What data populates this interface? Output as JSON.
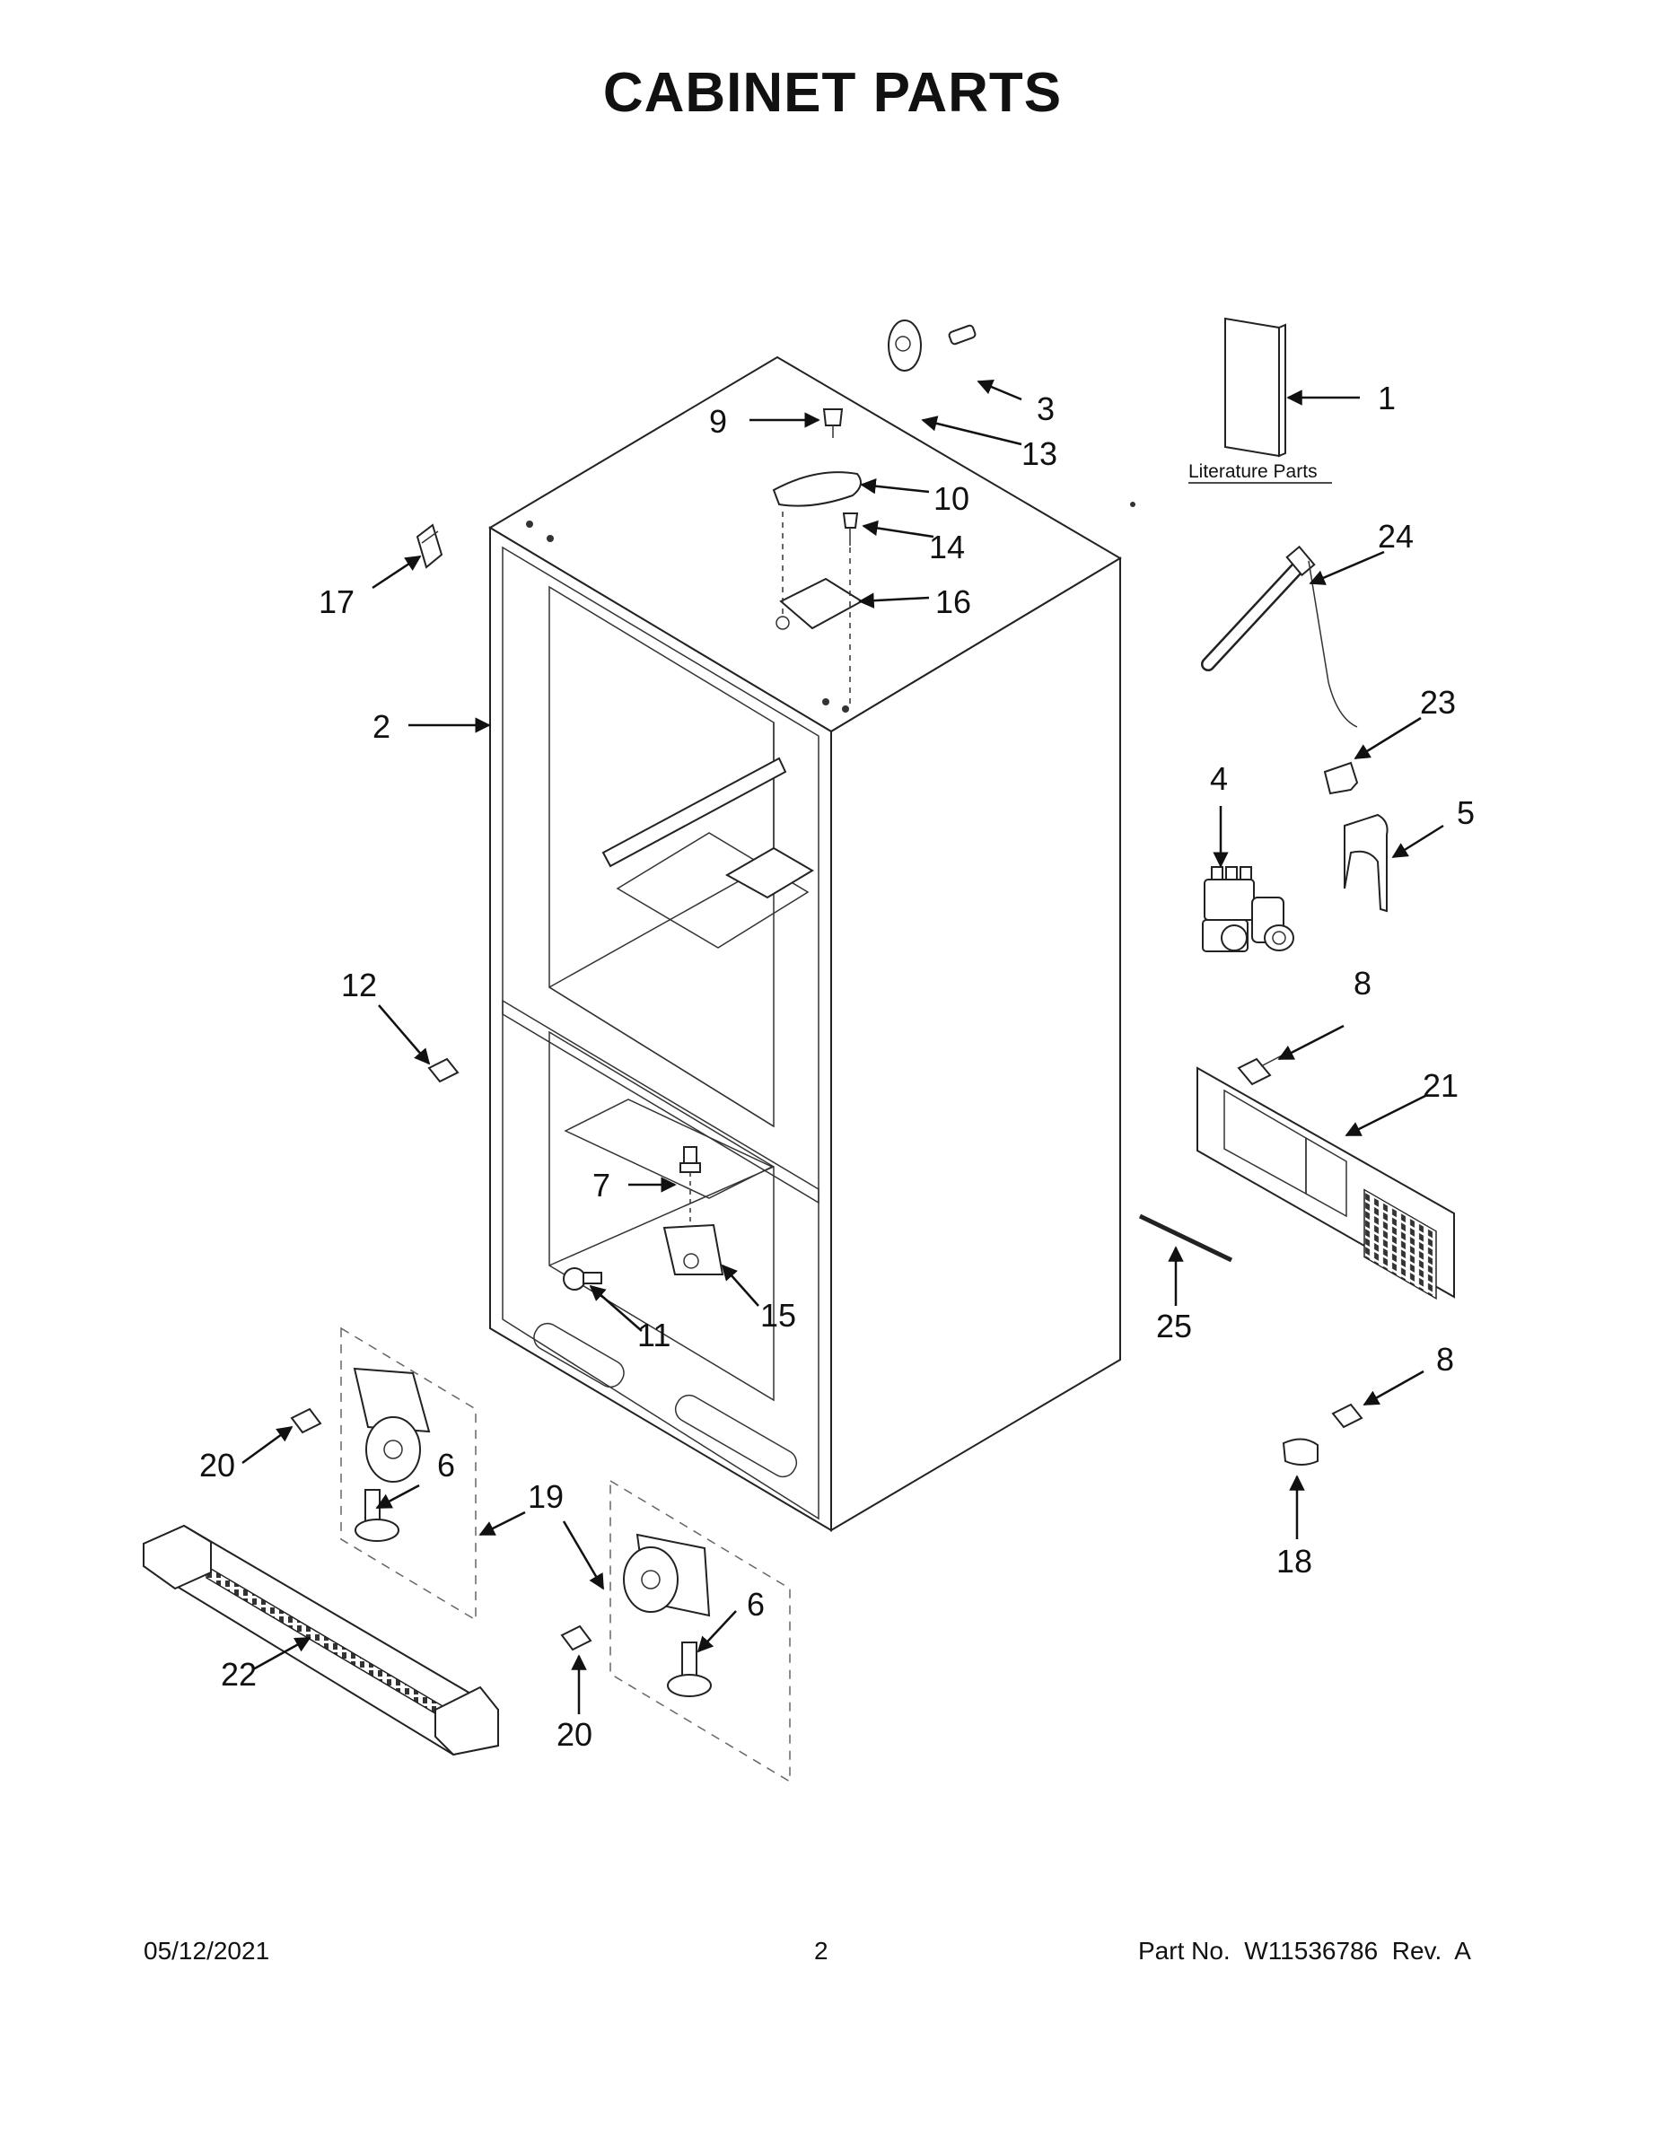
{
  "page": {
    "title": "CABINET PARTS"
  },
  "diagram": {
    "literature_label": "Literature Parts",
    "callouts": [
      "1",
      "2",
      "3",
      "4",
      "5",
      "6",
      "6",
      "7",
      "8",
      "8",
      "9",
      "10",
      "11",
      "12",
      "13",
      "14",
      "15",
      "16",
      "17",
      "18",
      "19",
      "20",
      "20",
      "21",
      "22",
      "23",
      "24",
      "25"
    ]
  },
  "footer": {
    "date": "05/12/2021",
    "page_number": "2",
    "part_number": "Part No.  W11536786  Rev.  A"
  }
}
